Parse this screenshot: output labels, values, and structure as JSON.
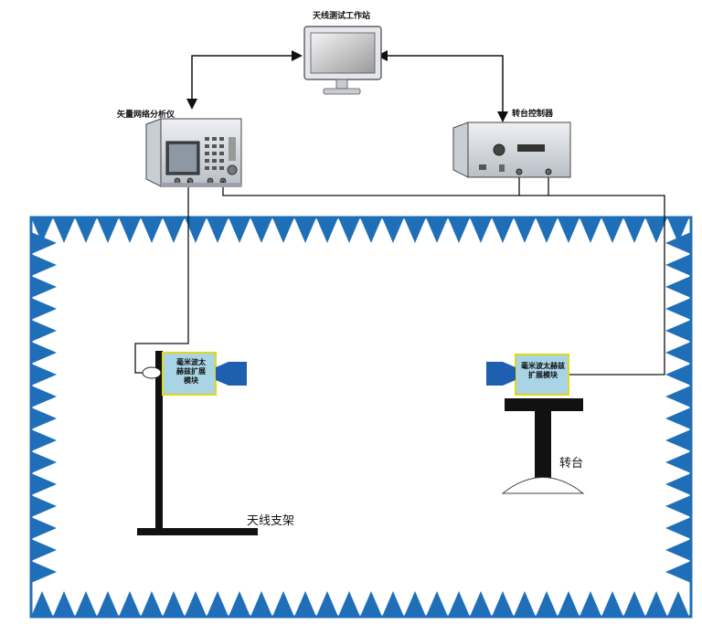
{
  "labels": {
    "workstation": "天线测试工作站",
    "vna": "矢量网络分析仪",
    "turntable_controller": "转台控制器",
    "antenna_stand": "天线支架",
    "turntable": "转台",
    "left_module_line1": "毫米波太",
    "left_module_line2": "赫兹扩展",
    "left_module_line3": "模块",
    "right_module_line1": "毫米波太赫兹",
    "right_module_line2": "扩展模块"
  },
  "colors": {
    "absorber": "#1f6fb8",
    "module_fill": "#a8d4e6",
    "module_border": "#e0d81a",
    "horn": "#1f5fb0",
    "stand": "#111111",
    "equipment": "#d9dde2"
  }
}
